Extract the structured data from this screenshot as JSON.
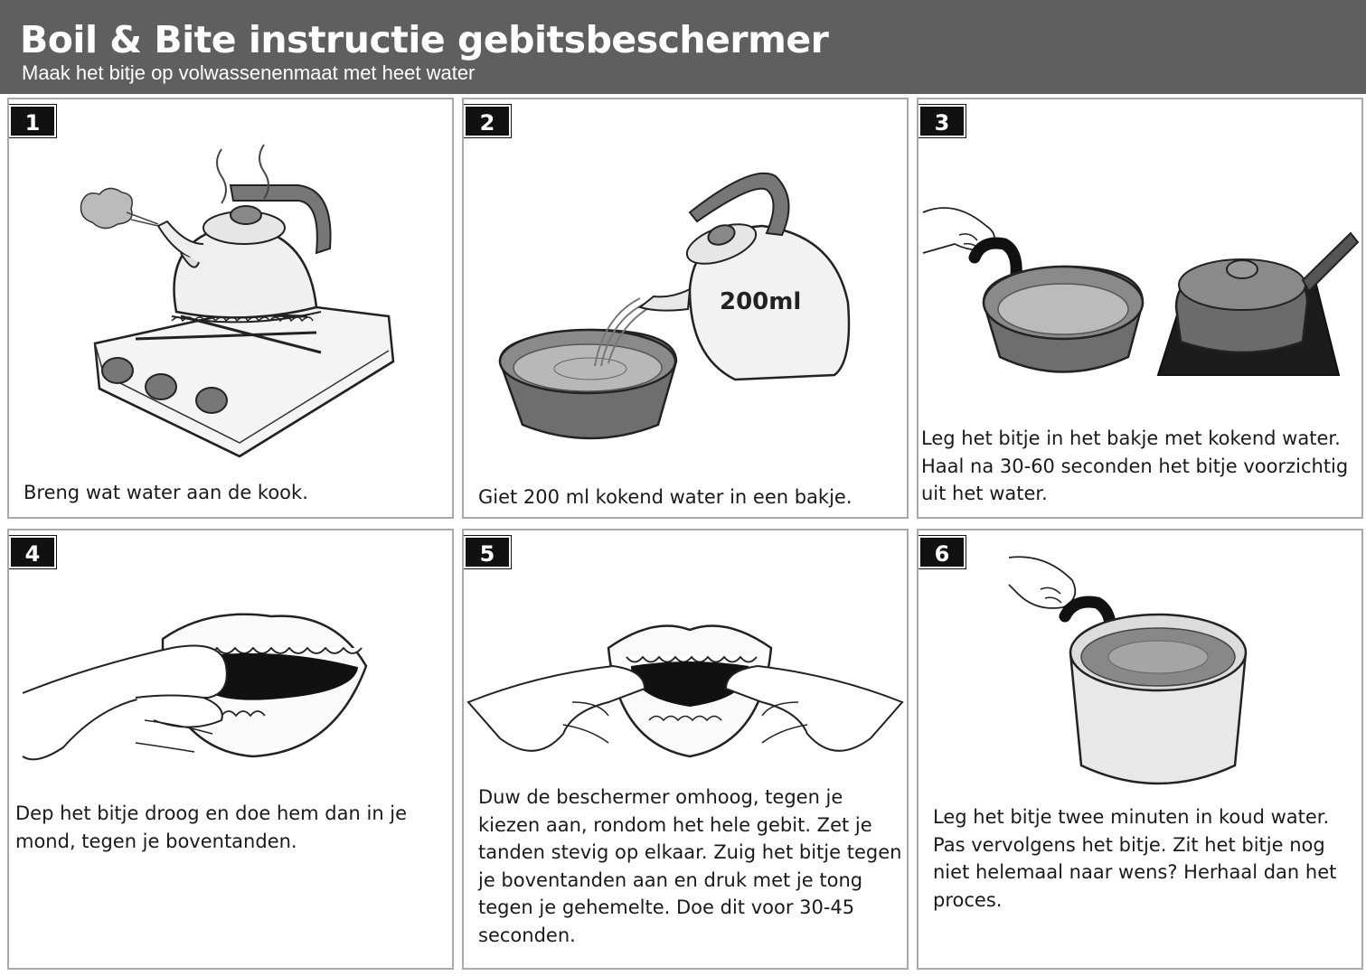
{
  "header": {
    "title": "Boil & Bite instructie gebitsbeschermer",
    "subtitle": "Maak het bitje op volwassenenmaat met heet water"
  },
  "colors": {
    "header_bg": "#5f5f5f",
    "badge_bg": "#111111",
    "panel_border": "#a9a9a9"
  },
  "steps": [
    {
      "number": "1",
      "text": "Breng wat water aan de kook."
    },
    {
      "number": "2",
      "text": "Giet 200 ml kokend water in een bakje.",
      "kettle_label": "200ml"
    },
    {
      "number": "3",
      "text": "Leg het bitje in het bakje met kokend water. Haal na 30-60 seconden het bitje voorzichtig uit het water."
    },
    {
      "number": "4",
      "text": "Dep het bitje droog en doe hem dan in je mond, tegen je boventanden."
    },
    {
      "number": "5",
      "text": "Duw de beschermer omhoog, tegen je kiezen aan, rondom het hele gebit. Zet je tanden stevig op elkaar. Zuig het bitje tegen je boventanden aan en druk met je tong tegen je gehemelte. Doe dit voor 30-45 seconden."
    },
    {
      "number": "6",
      "text": "Leg het bitje twee minuten in koud water. Pas vervolgens het bitje. Zit het bitje nog niet helemaal naar wens? Herhaal dan het proces."
    }
  ]
}
